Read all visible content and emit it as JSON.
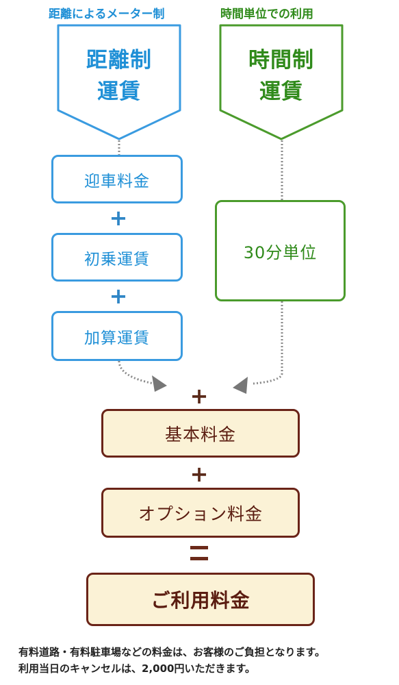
{
  "headers": {
    "distance": "距離によるメーター制",
    "time": "時間単位での利用"
  },
  "distance_fare": {
    "line1": "距離制",
    "line2": "運賃"
  },
  "time_fare": {
    "line1": "時間制",
    "line2": "運賃"
  },
  "distance_items": [
    "迎車料金",
    "初乗運賃",
    "加算運賃"
  ],
  "time_unit": "30分単位",
  "symbols": {
    "plus": "+",
    "equals": "||"
  },
  "base_fee": "基本料金",
  "option_fee": "オプション料金",
  "total_fee": "ご利用料金",
  "notes": [
    "有料道路・有料駐車場などの料金は、お客様のご負担となります。",
    "利用当日のキャンセルは、2,000円いただきます。"
  ],
  "colors": {
    "blue": "#1e8fd6",
    "green": "#2f8a1a",
    "brown": "#6a2418",
    "cream": "#fbf2d6"
  }
}
